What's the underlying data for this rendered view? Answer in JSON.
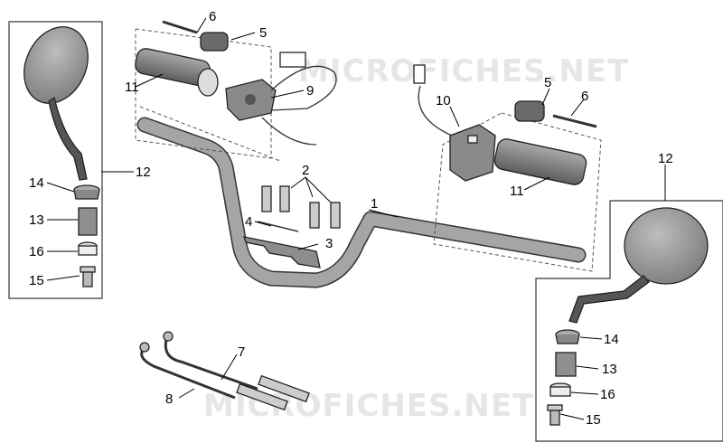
{
  "watermark": "MICROFICHES.NET",
  "colors": {
    "part_fill": "#9a9a9a",
    "part_dark": "#6f6f6f",
    "outline": "#222222"
  },
  "callouts": [
    {
      "id": "1",
      "label": "1"
    },
    {
      "id": "2",
      "label": "2"
    },
    {
      "id": "3",
      "label": "3"
    },
    {
      "id": "4",
      "label": "4"
    },
    {
      "id": "5a",
      "label": "5"
    },
    {
      "id": "5b",
      "label": "5"
    },
    {
      "id": "6a",
      "label": "6"
    },
    {
      "id": "6b",
      "label": "6"
    },
    {
      "id": "7",
      "label": "7"
    },
    {
      "id": "8",
      "label": "8"
    },
    {
      "id": "9",
      "label": "9"
    },
    {
      "id": "10",
      "label": "10"
    },
    {
      "id": "11a",
      "label": "11"
    },
    {
      "id": "11b",
      "label": "11"
    },
    {
      "id": "12a",
      "label": "12"
    },
    {
      "id": "12b",
      "label": "12"
    },
    {
      "id": "13a",
      "label": "13"
    },
    {
      "id": "13b",
      "label": "13"
    },
    {
      "id": "14a",
      "label": "14"
    },
    {
      "id": "14b",
      "label": "14"
    },
    {
      "id": "15a",
      "label": "15"
    },
    {
      "id": "15b",
      "label": "15"
    },
    {
      "id": "16a",
      "label": "16"
    },
    {
      "id": "16b",
      "label": "16"
    }
  ]
}
